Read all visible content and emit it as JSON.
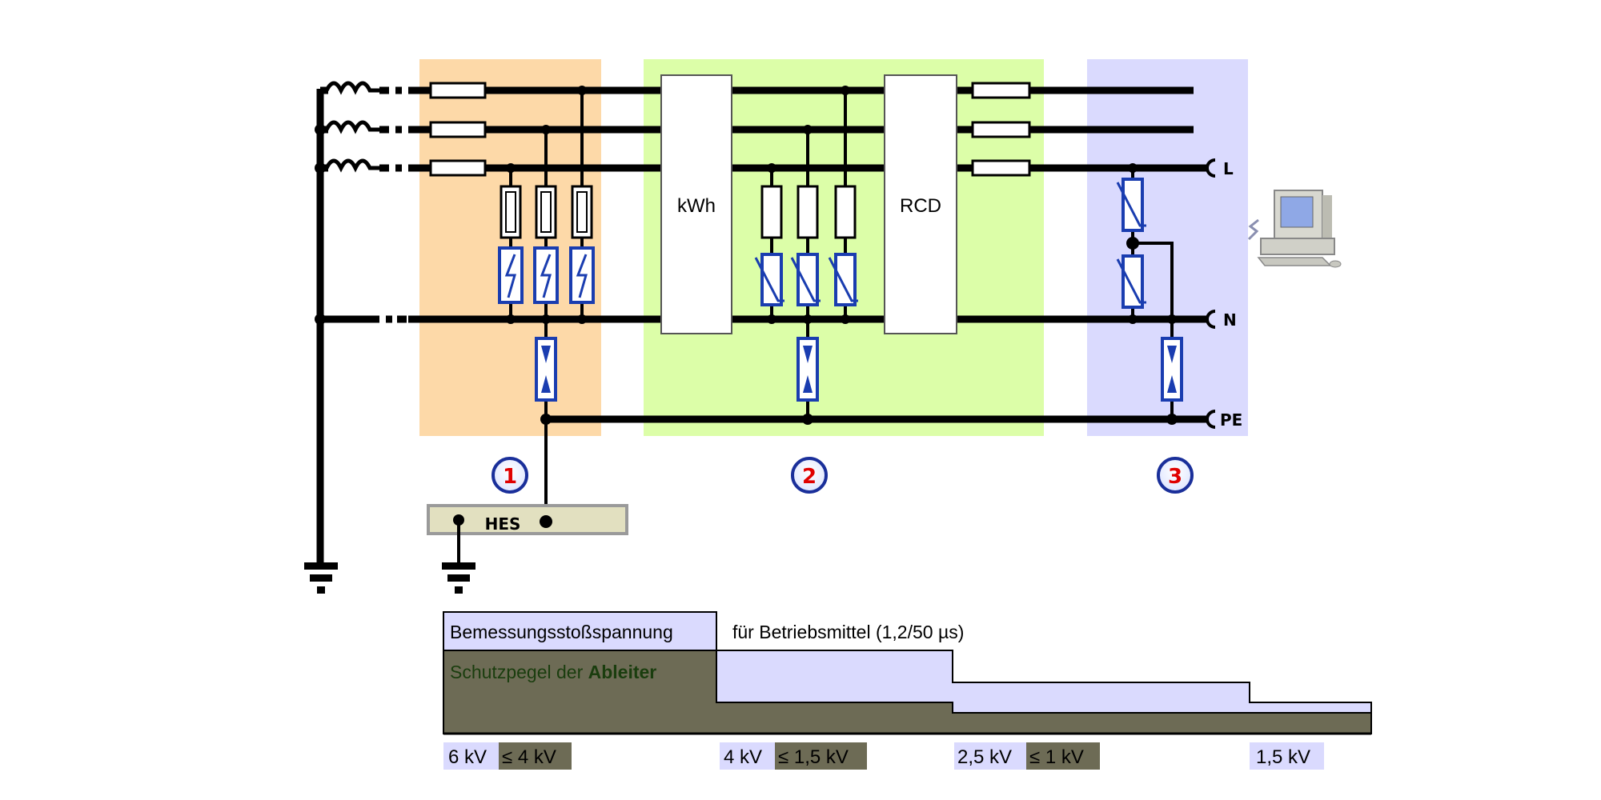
{
  "zones": {
    "zone1": {
      "number": "1",
      "color": "#fdd9a8"
    },
    "zone2": {
      "number": "2",
      "color": "#dcfea8"
    },
    "zone3": {
      "number": "3",
      "color": "#dadafe"
    }
  },
  "devices": {
    "meter": "kWh",
    "rcd": "RCD",
    "earthing_bar": "HES"
  },
  "terminals": {
    "l": "L",
    "n": "N",
    "pe": "PE"
  },
  "levels": {
    "rated_label": "Bemessungsstoßspannung",
    "rated_suffix": "für Betriebsmittel (1,2/50 µs)",
    "protection_prefix": "Schutzpegel der ",
    "protection_bold": "Ableiter",
    "values": [
      {
        "rated": "6 kV",
        "protection": "≤ 4 kV"
      },
      {
        "rated": "4 kV",
        "protection": "≤ 1,5 kV"
      },
      {
        "rated": "2,5 kV",
        "protection": "≤ 1 kV"
      },
      {
        "rated": "1,5 kV",
        "protection": ""
      }
    ]
  },
  "colors": {
    "light": "#dadafe",
    "dark": "#6d6b55",
    "dark_text": "#1a3d0e",
    "component_blue": "#1a3db0",
    "badge_number": "#e00000"
  }
}
